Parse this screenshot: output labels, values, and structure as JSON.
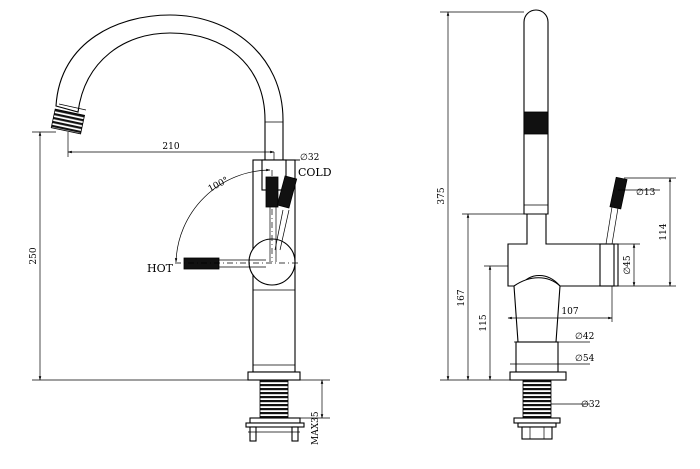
{
  "front_view": {
    "labels": {
      "cold": "COLD",
      "hot": "HOT"
    },
    "dimensions": {
      "reach": "210",
      "spout_diameter": "∅32",
      "angle": "100°",
      "height": "250",
      "max_thickness": "MAX35"
    }
  },
  "side_view": {
    "dimensions": {
      "total_height": "375",
      "handle_height": "114",
      "body_diameter": "∅45",
      "handle_diameter": "∅13",
      "height_167": "167",
      "height_115": "115",
      "body_length": "107",
      "base_diameter_42": "∅42",
      "base_diameter_54": "∅54",
      "shank_diameter": "∅32"
    }
  }
}
